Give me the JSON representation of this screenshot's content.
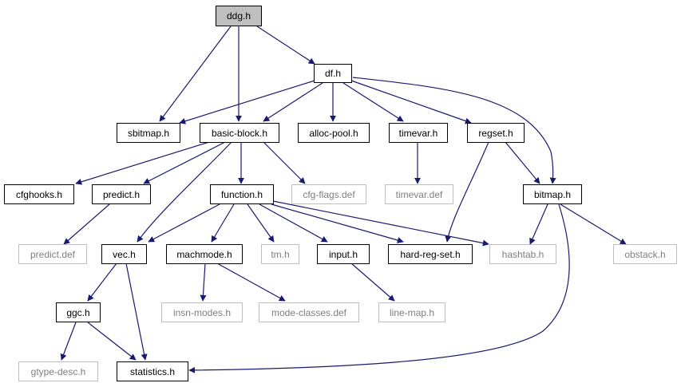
{
  "colors": {
    "edge": "#191970",
    "solid_border": "#000000",
    "external_border": "#bfbfbf",
    "external_text": "#7f7f7f",
    "root_fill": "#bfbfbf"
  },
  "nodes": {
    "ddg_h": "ddg.h",
    "df_h": "df.h",
    "sbitmap_h": "sbitmap.h",
    "basic_block_h": "basic-block.h",
    "alloc_pool_h": "alloc-pool.h",
    "timevar_h": "timevar.h",
    "regset_h": "regset.h",
    "cfghooks_h": "cfghooks.h",
    "predict_h": "predict.h",
    "function_h": "function.h",
    "cfg_flags_def": "cfg-flags.def",
    "timevar_def": "timevar.def",
    "bitmap_h": "bitmap.h",
    "predict_def": "predict.def",
    "vec_h": "vec.h",
    "machmode_h": "machmode.h",
    "tm_h": "tm.h",
    "input_h": "input.h",
    "hard_reg_set_h": "hard-reg-set.h",
    "hashtab_h": "hashtab.h",
    "obstack_h": "obstack.h",
    "ggc_h": "ggc.h",
    "insn_modes_h": "insn-modes.h",
    "mode_classes_def": "mode-classes.def",
    "line_map_h": "line-map.h",
    "gtype_desc_h": "gtype-desc.h",
    "statistics_h": "statistics.h"
  }
}
